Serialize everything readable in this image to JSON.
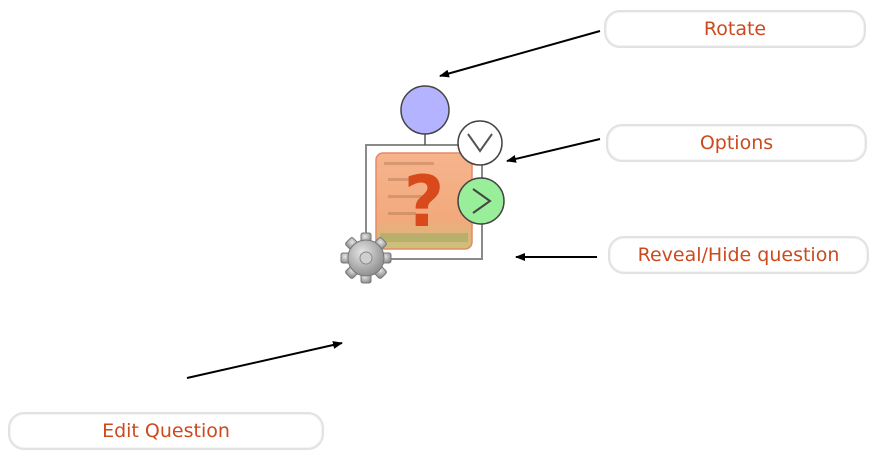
{
  "callouts": {
    "rotate": "Rotate",
    "options": "Options",
    "reveal_hide": "Reveal/Hide question",
    "edit_question": "Edit Question"
  },
  "question_glyph": "?",
  "colors": {
    "label_text": "#cc4a1e",
    "callout_border": "#e2e2e2",
    "rotate_handle": "#b3b3ff",
    "reveal_handle": "#99ee99",
    "question_mark": "#d84a1c",
    "card_fill": "#f4b48a",
    "arrow": "#000000"
  },
  "icons": {
    "rotate": "circle-handle-icon",
    "options": "chevron-down-icon",
    "reveal": "play-icon",
    "edit": "gear-icon"
  }
}
